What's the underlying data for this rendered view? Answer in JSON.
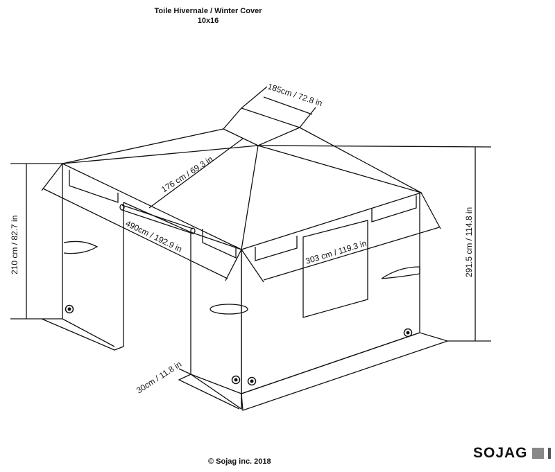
{
  "title": {
    "line1": "Toile Hivernale / Winter Cover",
    "line2": "10x16"
  },
  "dimensions": {
    "ridge": "185cm / 72.8 in",
    "hip": "176 cm / 69.3 in",
    "length": "490cm / 192.9 in",
    "width": "303 cm / 119.3 in",
    "wall_height": "210 cm / 82.7 in",
    "total_height": "291.5 cm / 114.8 in",
    "skirt": "30cm / 11.8 in"
  },
  "footer": {
    "copyright": "© Sojag inc. 2018",
    "logo": "SOJAG"
  }
}
